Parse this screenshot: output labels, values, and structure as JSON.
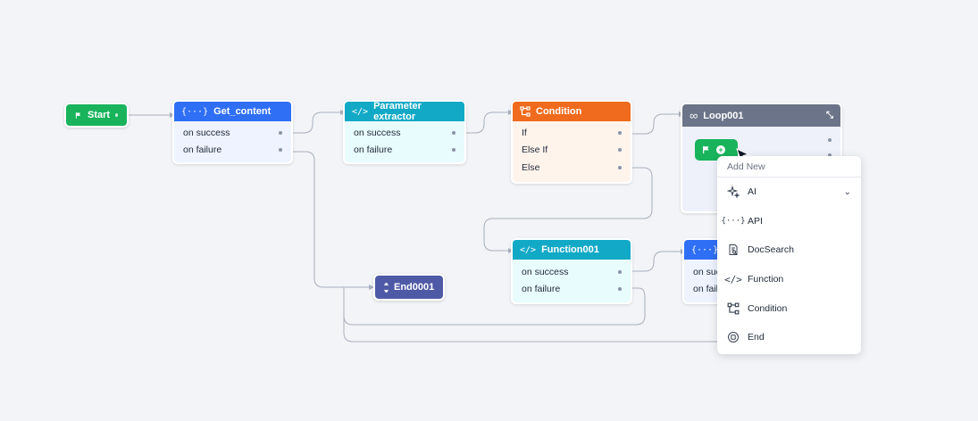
{
  "nodes": {
    "start": {
      "label": "Start"
    },
    "get_content": {
      "title": "Get_content",
      "icon": "{···}",
      "rows": [
        "on success",
        "on failure"
      ]
    },
    "param_extractor": {
      "title": "Parameter extractor",
      "icon": "</>",
      "rows": [
        "on success",
        "on failure"
      ]
    },
    "condition": {
      "title": "Condition",
      "rows": [
        "If",
        "Else If",
        "Else"
      ]
    },
    "loop": {
      "title": "Loop001"
    },
    "function001": {
      "title": "Function001",
      "icon": "</>",
      "rows": [
        "on success",
        "on failure"
      ]
    },
    "partial_node": {
      "title": "No",
      "icon": "{···}",
      "rows": [
        "on suc",
        "on fail"
      ]
    },
    "end": {
      "label": "End0001"
    }
  },
  "menu": {
    "title": "Add New",
    "items": [
      {
        "label": "AI",
        "icon": "sparkle-icon"
      },
      {
        "label": "API",
        "icon": "api-braces-icon"
      },
      {
        "label": "DocSearch",
        "icon": "doc-search-icon"
      },
      {
        "label": "Function",
        "icon": "code-icon"
      },
      {
        "label": "Condition",
        "icon": "branch-icon"
      },
      {
        "label": "End",
        "icon": "stop-icon"
      }
    ]
  },
  "colors": {
    "start": "#19b35c",
    "get_content": "#2f6ff5",
    "param_extractor": "#12a9c7",
    "condition": "#f06b1d",
    "loop": "#6b7488",
    "function": "#12a9c7",
    "end": "#4e5aa6"
  }
}
